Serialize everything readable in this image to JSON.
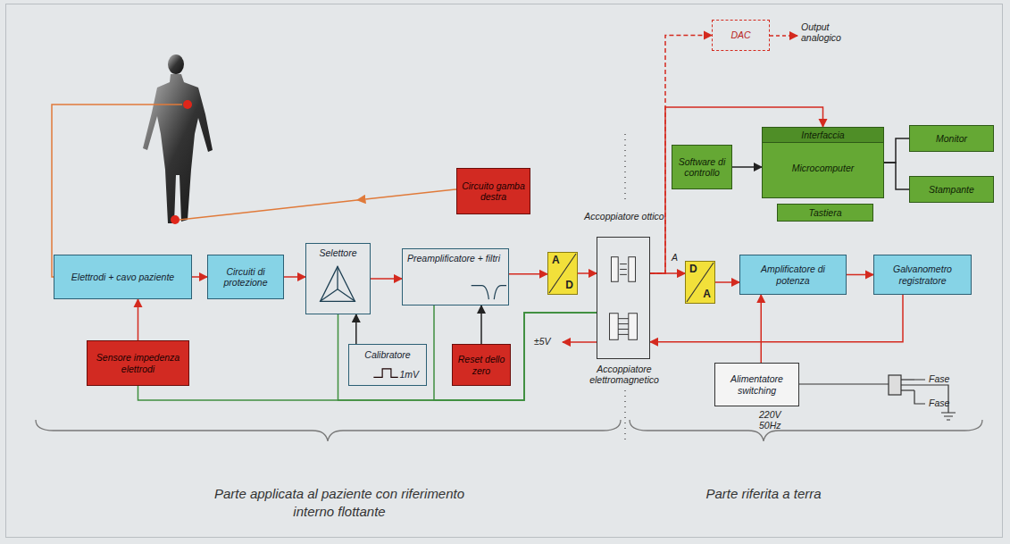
{
  "diagram": {
    "nodes": [
      {
        "text": [
          "DAC"
        ]
      },
      {
        "text": [
          "Software di controllo"
        ]
      },
      {
        "text": [
          "Interfaccia",
          "Microcomputer"
        ]
      },
      {
        "text": [
          "Monitor"
        ]
      },
      {
        "text": [
          "Stampante"
        ]
      },
      {
        "text": [
          "Tastiera"
        ]
      },
      {
        "text": [
          "Circuito gamba destra"
        ]
      },
      {
        "text": [
          "Elettrodi + cavo paziente"
        ]
      },
      {
        "text": [
          "Circuiti di protezione"
        ]
      },
      {
        "text": [
          "Selettore"
        ]
      },
      {
        "text": [
          "Preamplificatore + filtri"
        ]
      },
      {
        "text": [
          "A",
          "D"
        ]
      },
      {
        "text": [
          "Accoppiatore ottico",
          "Accoppiatore elettromagnetico"
        ]
      },
      {
        "text": [
          "D",
          "A"
        ]
      },
      {
        "text": [
          "Amplificatore di potenza"
        ]
      },
      {
        "text": [
          "Galvanometro registratore"
        ]
      },
      {
        "text": [
          "Sensore impedenza elettrodi"
        ]
      },
      {
        "text": [
          "Calibratore",
          "1mV"
        ]
      },
      {
        "text": [
          "Reset dello zero"
        ]
      },
      {
        "text": [
          "Alimentatore switching"
        ]
      }
    ],
    "edges": [
      {
        "from": 7,
        "to": 8,
        "arrow": "to"
      },
      {
        "from": 8,
        "to": 9,
        "arrow": "to"
      },
      {
        "from": 9,
        "to": 10,
        "arrow": "to"
      },
      {
        "from": 10,
        "to": 11,
        "arrow": "to"
      },
      {
        "from": 11,
        "to": 12,
        "arrow": "to"
      },
      {
        "from": 12,
        "to": 13,
        "arrow": "to"
      },
      {
        "from": 13,
        "to": 14,
        "arrow": "to"
      },
      {
        "from": 14,
        "to": 15,
        "arrow": "to"
      },
      {
        "from": 16,
        "to": 7,
        "arrow": "to"
      },
      {
        "from": 17,
        "to": 9,
        "arrow": "to"
      },
      {
        "from": 18,
        "to": 10,
        "arrow": "to"
      },
      {
        "from": 12,
        "to": 2,
        "arrow": "to"
      },
      {
        "from": 12,
        "to": 0,
        "arrow": "to"
      },
      {
        "from": 1,
        "to": 2,
        "arrow": "to"
      },
      {
        "from": 2,
        "to": 3,
        "arrow": "none"
      },
      {
        "from": 2,
        "to": 4,
        "arrow": "none"
      },
      {
        "from": 19,
        "to": 14,
        "arrow": "to"
      },
      {
        "from": 15,
        "to": 12,
        "arrow": "to"
      },
      {
        "from": 12,
        "to": 16,
        "arrow": "none"
      },
      {
        "from": 12,
        "to": 9,
        "arrow": "none"
      },
      {
        "from": 12,
        "to": 10,
        "arrow": "none"
      }
    ],
    "labels": [
      "Output analogico",
      "A",
      "±5V",
      "220V 50Hz",
      "Fase",
      "Fase",
      "Parte applicata al paziente con riferimento interno flottante",
      "Parte riferita a terra"
    ]
  }
}
